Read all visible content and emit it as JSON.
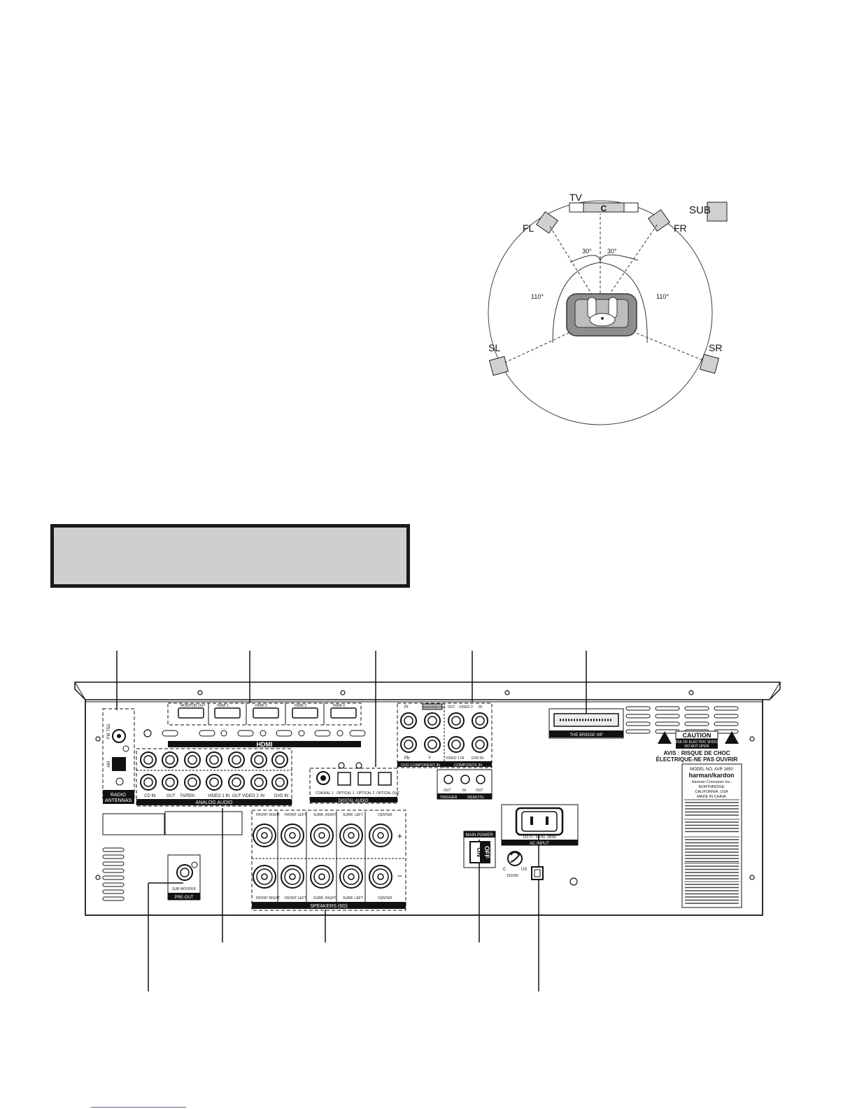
{
  "speaker_layout": {
    "tv": "TV",
    "center": "C",
    "sub": "SUB",
    "fl": "FL",
    "fr": "FR",
    "sl": "SL",
    "sr": "SR",
    "angle_left": "30°",
    "angle_right": "30°",
    "angle_surround_left": "110°",
    "angle_surround_right": "110°"
  },
  "panel": {
    "hdmi_monitor_out": "MONITOR OUT",
    "hdmi_1": "HDMI 1",
    "hdmi_2": "HDMI 2",
    "hdmi_3": "HDMI 3",
    "hdmi_4": "HDMI 4",
    "hdmi_logo": "HDMI",
    "radio_fm": "FM 75Ω",
    "radio_am": "AM",
    "radio_label": "RADIO",
    "antennas_label": "ANTENNAS",
    "analog_cd": "CD IN",
    "analog_out": "OUT",
    "analog_tape": "TAPE",
    "analog_in": "IN",
    "analog_video1": "VIDEO 1 IN",
    "analog_out2": "OUT",
    "analog_video2": "VIDEO 2",
    "analog_in2": "IN",
    "analog_dvd": "DVD IN",
    "analog_audio_label": "ANALOG AUDIO",
    "coaxial": "COAXIAL 1",
    "optical1": "OPTICAL 1",
    "optical2": "OPTICAL 2",
    "optical_out": "OPTICAL OUT",
    "digital_audio_label": "DIGITAL AUDIO",
    "pr": "Pr",
    "monitor_out": "MONITOR OUT",
    "pb": "Pb",
    "y": "Y",
    "video2_out": "OUT",
    "video2": "VIDEO 2",
    "video2_in": "IN",
    "video1_in": "VIDEO 1 IN",
    "dvd_in": "DVD IN",
    "dvd_component_label": "DVD COMPONENT IN",
    "composite_label": "COMPOSITE IN",
    "trigger_out": "OUT",
    "remote_in": "IN",
    "remote_out": "OUT",
    "trigger_label": "TRIGGER",
    "remote_label": "REMOTE",
    "bridge_label": "THE BRIDGE IIIP",
    "caution_title": "CAUTION",
    "caution_line1": "RISK OF ELECTRIC SHOCK",
    "caution_line2": "DO NOT OPEN",
    "avis_line1": "AVIS : RISQUE DE CHOC",
    "avis_line2": "ÉLECTRIQUE-NE PAS OUVRIR",
    "model": "MODEL NO. AVR 1650",
    "brand": "harman/kardon",
    "company": "Harman Consumer Inc.",
    "city": "NORTHRIDGE",
    "state": "CALIFORNIA, USA",
    "made_in": "MADE IN CHINA",
    "speaker_front_right_top": "FRONT RIGHT",
    "speaker_front_left_top": "FRONT LEFT",
    "speaker_surr_right_top": "SURR. RIGHT",
    "speaker_surr_left_top": "SURR. LEFT",
    "speaker_center_top": "CENTER",
    "speaker_front_right_bottom": "FRONT RIGHT",
    "speaker_front_left_bottom": "FRONT LEFT",
    "speaker_surr_right_bottom": "SURR. RIGHT",
    "speaker_surr_left_bottom": "SURR. LEFT",
    "speaker_center_bottom": "CENTER",
    "speakers_label": "SPEAKERS (6Ω)",
    "plus": "+",
    "minus": "−",
    "sub_woofer": "SUB WOOFER",
    "pre_out": "PRE-OUT",
    "main_power": "MAIN POWER",
    "on": "ON",
    "off": "OFF",
    "ac_rating": "120 V~, 60 Hz, 280W",
    "ac_input": "AC INPUT",
    "csa_c": "C",
    "csa_us": "US",
    "csa_number": "151590"
  }
}
